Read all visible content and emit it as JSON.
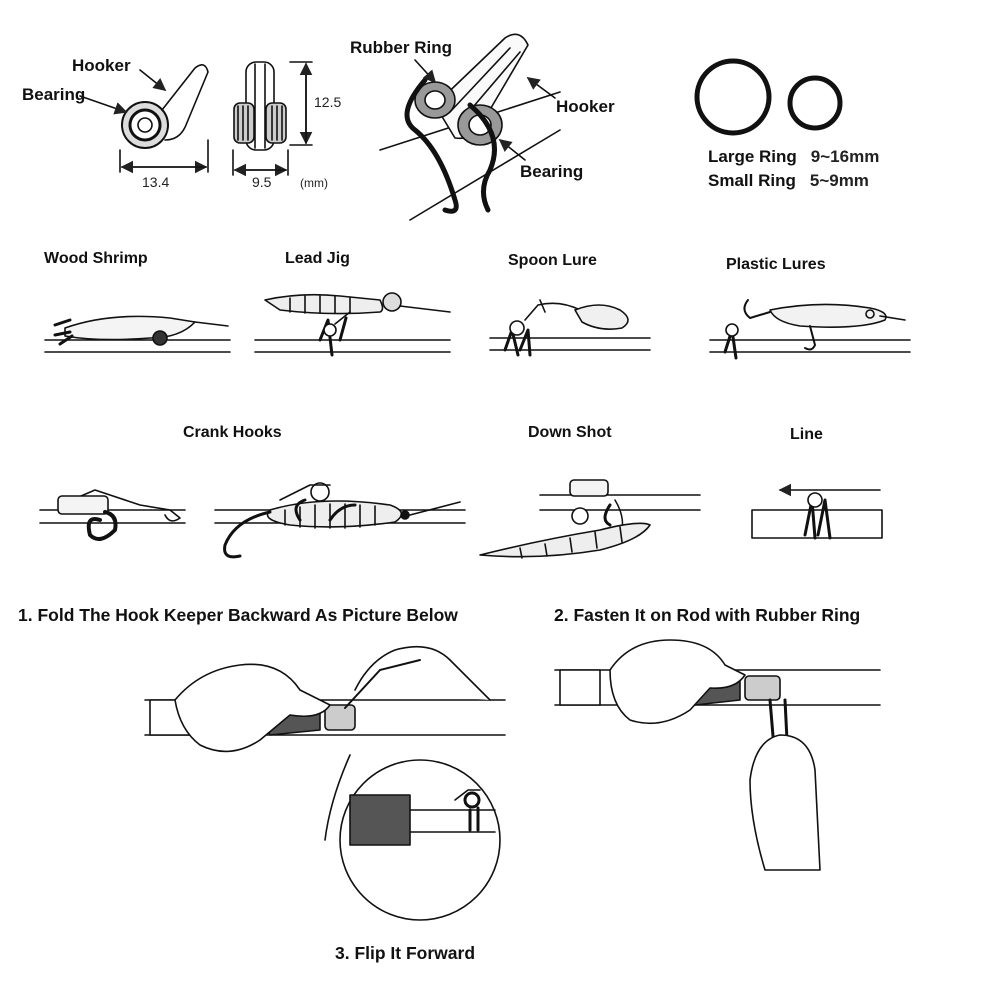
{
  "labels": {
    "hooker": "Hooker",
    "bearing": "Bearing",
    "rubber_ring": "Rubber Ring",
    "hooker2": "Hooker",
    "bearing2": "Bearing"
  },
  "dimensions": {
    "width": "13.4",
    "depth": "9.5",
    "height": "12.5",
    "unit": "(mm)"
  },
  "rings": {
    "large_label": "Large Ring",
    "large_size": "9~16mm",
    "small_label": "Small Ring",
    "small_size": "5~9mm"
  },
  "uses": {
    "wood_shrimp": "Wood Shrimp",
    "lead_jig": "Lead Jig",
    "spoon_lure": "Spoon Lure",
    "plastic_lures": "Plastic Lures",
    "crank_hooks": "Crank Hooks",
    "down_shot": "Down Shot",
    "line": "Line"
  },
  "steps": {
    "step1": "1. Fold The Hook Keeper Backward As Picture Below",
    "step2": "2. Fasten It on Rod with Rubber Ring",
    "step3": "3. Flip It Forward"
  },
  "colors": {
    "ink": "#111111",
    "grip": "#555555",
    "background": "#ffffff"
  }
}
